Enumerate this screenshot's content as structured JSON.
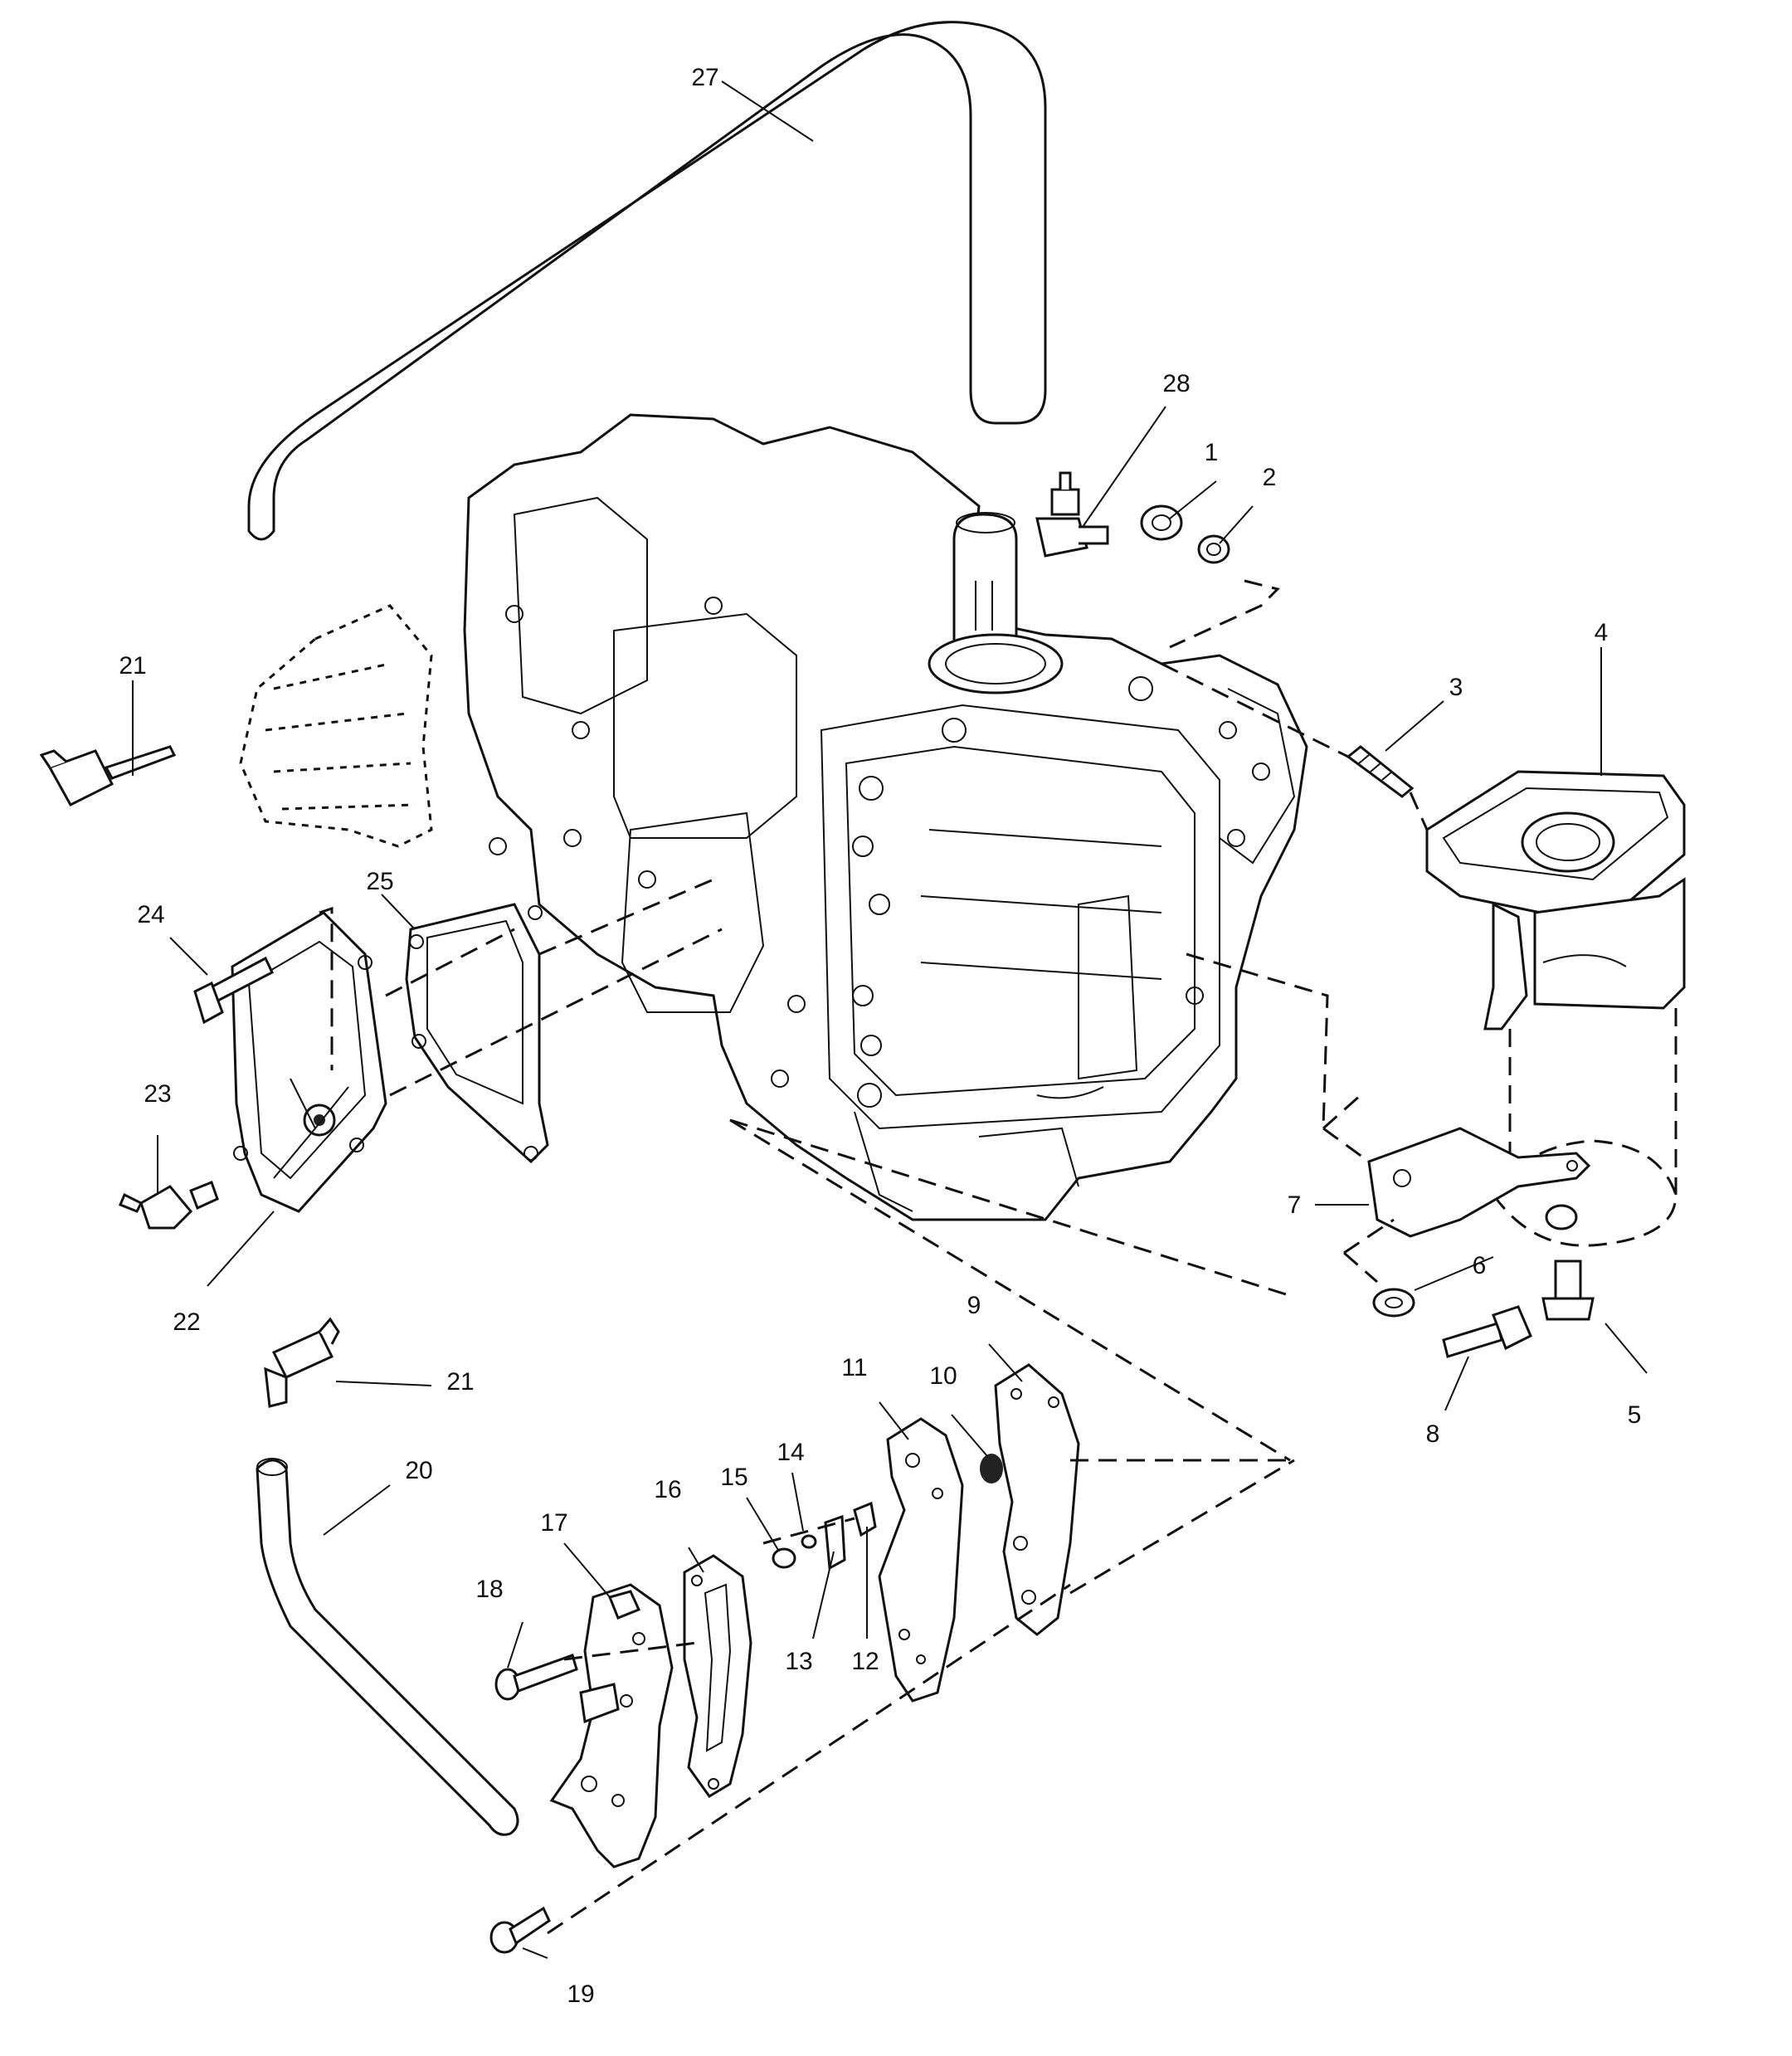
{
  "diagram": {
    "callouts": [
      "1",
      "2",
      "3",
      "4",
      "5",
      "6",
      "7",
      "8",
      "9",
      "10",
      "11",
      "12",
      "13",
      "14",
      "15",
      "16",
      "17",
      "18",
      "19",
      "20",
      "21",
      "21",
      "22",
      "23",
      "24",
      "25",
      "27",
      "28"
    ]
  }
}
